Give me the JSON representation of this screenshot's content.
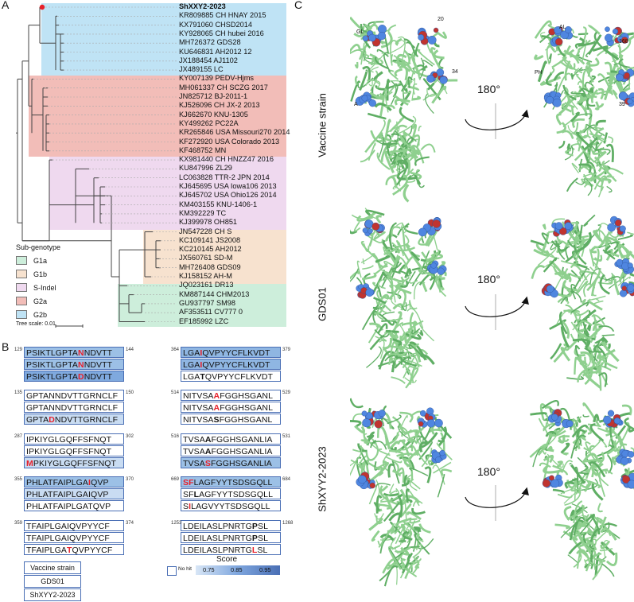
{
  "panel_labels": {
    "a": "A",
    "b": "B",
    "c": "C"
  },
  "colors": {
    "G1a": "#cdeedb",
    "G1b": "#f7e2cf",
    "S-Indel": "#efd9ef",
    "G2a": "#f2bdb8",
    "G2b": "#bfe3f5",
    "outline": "#4a6fb5",
    "mutation": "#e8202a",
    "protein": "#8fd08f",
    "sphere_blue": "#4f86e0",
    "sphere_red": "#c0342f"
  },
  "legend": {
    "title": "Sub-genotype",
    "items": [
      {
        "label": "G1a",
        "color": "#cdeedb"
      },
      {
        "label": "G1b",
        "color": "#f7e2cf"
      },
      {
        "label": "S-Indel",
        "color": "#efd9ef"
      },
      {
        "label": "G2a",
        "color": "#f2bdb8"
      },
      {
        "label": "G2b",
        "color": "#bfe3f5"
      }
    ],
    "tree_scale": "Tree scale: 0.01"
  },
  "leaves": [
    "ShXXY2-2023",
    "KR809885 CH HNAY 2015",
    "KX791060 CHSD2014",
    "KY928065 CH hubei 2016",
    "MH726372 GDS28",
    "KU646831 AH2012 12",
    "JX188454 AJ1102",
    "JX489155 LC",
    "KY007139 PEDV-Hjms",
    "MH061337 CH SCZG 2017",
    "JN825712 BJ-2011-1",
    "KJ526096 CH JX-2 2013",
    "KJ662670 KNU-1305",
    "KY499262 PC22A",
    "KR265846 USA Missouri270 2014",
    "KF272920 USA Colorado 2013",
    "KF468752 MN",
    "KX981440 CH HNZZ47 2016",
    "KU847996 ZL29",
    "LC063828 TTR-2 JPN 2014",
    "KJ645695 USA Iowa106 2013",
    "KJ645702 USA Ohio126 2014",
    "KM403155 KNU-1406-1",
    "KM392229 TC",
    "KJ399978 OH851",
    "JN547228 CH S",
    "KC109141 JS2008",
    "KC210145 AH2012",
    "JX560761 SD-M",
    "MH726408 GDS09",
    "KJ158152 AH-M",
    "JQ023161 DR13",
    "KM887144 CHM2013",
    "GU937797 SM98",
    "AF353511 CV777 0",
    "EF185992 LZC"
  ],
  "alignments": [
    {
      "start": "129",
      "end": "144",
      "rows": [
        {
          "pre": "PSIKTLGPTA",
          "mid": "N",
          "post": "NDVTT",
          "bg": "#9cc0e6",
          "midred": true
        },
        {
          "pre": "PSIKTLGPTA",
          "mid": "N",
          "post": "NDVTT",
          "bg": "#9cc0e6",
          "midred": true
        },
        {
          "pre": "PSIKTLGPTA",
          "mid": "D",
          "post": "NDVTT",
          "bg": "#7fa9de",
          "midred": true
        }
      ]
    },
    {
      "start": "364",
      "end": "379",
      "rows": [
        {
          "pre": "LGA",
          "mid": "I",
          "post": "QVPYYCFLKVDT",
          "bg": "#8fb6e2",
          "midred": true
        },
        {
          "pre": "LGA",
          "mid": "I",
          "post": "QVPYYCFLKVDT",
          "bg": "#8fb6e2",
          "midred": true
        },
        {
          "pre": "LGA",
          "mid": "T",
          "post": "QVPYYCFLKVDT",
          "bg": "#ffffff",
          "midred": false
        }
      ]
    },
    {
      "start": "135",
      "end": "150",
      "rows": [
        {
          "pre": "GPTANNDVTTGRNCLF",
          "mid": "",
          "post": "",
          "bg": "#ffffff",
          "midred": false
        },
        {
          "pre": "GPTANNDVTTGRNCLF",
          "mid": "",
          "post": "",
          "bg": "#ffffff",
          "midred": false
        },
        {
          "pre": "GPTA",
          "mid": "D",
          "post": "NDVTTGRNCLF",
          "bg": "#c9dcf2",
          "midred": true
        }
      ]
    },
    {
      "start": "514",
      "end": "529",
      "rows": [
        {
          "pre": "NITVSA",
          "mid": "A",
          "post": "FGGHSGANL",
          "bg": "#ffffff",
          "midred": true
        },
        {
          "pre": "NITVSA",
          "mid": "A",
          "post": "FGGHSGANL",
          "bg": "#ffffff",
          "midred": true
        },
        {
          "pre": "NITVSA",
          "mid": "S",
          "post": "FGGHSGANL",
          "bg": "#ffffff",
          "midred": false
        }
      ]
    },
    {
      "start": "287",
      "end": "302",
      "rows": [
        {
          "pre": "IPKIYGLGQFFSFNQT",
          "mid": "",
          "post": "",
          "bg": "#ffffff",
          "midred": false
        },
        {
          "pre": "IPKIYGLGQFFSFNQT",
          "mid": "",
          "post": "",
          "bg": "#ffffff",
          "midred": false
        },
        {
          "pre": "",
          "mid": "M",
          "post": "PKIYGLGQFFSFNQT",
          "bg": "#c9dcf2",
          "midred": true
        }
      ]
    },
    {
      "start": "516",
      "end": "531",
      "rows": [
        {
          "pre": "TVSA",
          "mid": "A",
          "post": "FGGHSGANLIA",
          "bg": "#ffffff",
          "midred": false
        },
        {
          "pre": "TVSA",
          "mid": "A",
          "post": "FGGHSGANLIA",
          "bg": "#ffffff",
          "midred": false
        },
        {
          "pre": "TVSA",
          "mid": "S",
          "post": "FGGHSGANLIA",
          "bg": "#9cc0e6",
          "midred": true
        }
      ]
    },
    {
      "start": "355",
      "end": "370",
      "rows": [
        {
          "pre": "PHLATFAIPLGA",
          "mid": "I",
          "post": "QVP",
          "bg": "#9cc0e6",
          "midred": true
        },
        {
          "pre": "PHLATFAIPLGAIQVP",
          "mid": "",
          "post": "",
          "bg": "#c9dcf2",
          "midred": false
        },
        {
          "pre": "PHLATFAIPLGATQVP",
          "mid": "",
          "post": "",
          "bg": "#ffffff",
          "midred": false
        }
      ]
    },
    {
      "start": "669",
      "end": "684",
      "rows": [
        {
          "pre": "",
          "mid": "SF",
          "post": "LAGFYYTSDSGQLL",
          "bg": "#9cc0e6",
          "midred": true
        },
        {
          "pre": "SF",
          "mid": "L",
          "post": "AGFYYTSDSGQLL",
          "bg": "#ffffff",
          "midred": false
        },
        {
          "pre": "S",
          "mid": "I",
          "post": "LAGVYYTSDSGQLL",
          "bg": "#ffffff",
          "midred": true
        }
      ]
    },
    {
      "start": "359",
      "end": "374",
      "rows": [
        {
          "pre": "TFAIPLGAIQVPYYCF",
          "mid": "",
          "post": "",
          "bg": "#ffffff",
          "midred": false
        },
        {
          "pre": "TFAIPLGAIQVPYYCF",
          "mid": "",
          "post": "",
          "bg": "#ffffff",
          "midred": false
        },
        {
          "pre": "TFAIPLGA",
          "mid": "T",
          "post": "QVPYYCF",
          "bg": "#ffffff",
          "midred": true
        }
      ]
    },
    {
      "start": "1253",
      "end": "1268",
      "rows": [
        {
          "pre": "LDEILASLPNRTG",
          "mid": "P",
          "post": "SL",
          "bg": "#ffffff",
          "midred": false
        },
        {
          "pre": "LDEILASLPNRTG",
          "mid": "P",
          "post": "SL",
          "bg": "#ffffff",
          "midred": false
        },
        {
          "pre": "LDEILASLPNRTG",
          "mid": "L",
          "post": "SL",
          "bg": "#ffffff",
          "midred": true
        }
      ]
    }
  ],
  "key": [
    "Vaccine strain",
    "GDS01",
    "ShXYY2-2023"
  ],
  "score": {
    "title": "Score",
    "nohit": "No hit",
    "ticks": [
      "0.75",
      "0.85",
      "0.95"
    ]
  },
  "structure": {
    "rows": [
      "Vaccine strain",
      "GDS01",
      "ShXYY2-2023"
    ],
    "rotation": "180°",
    "site_labels": [
      "GL",
      "20",
      "34",
      "AL",
      "168",
      "PH",
      "39",
      "A"
    ]
  }
}
